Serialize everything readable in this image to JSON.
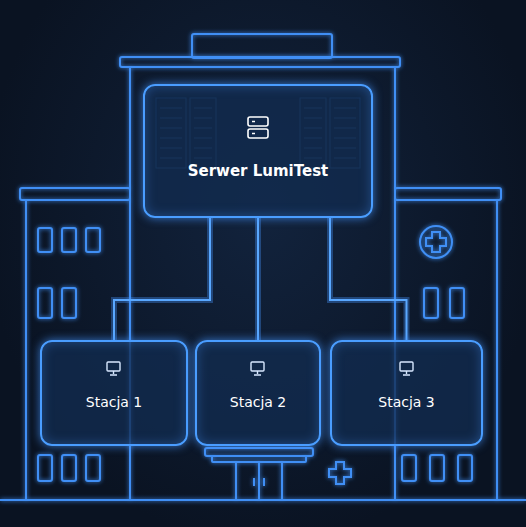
{
  "diagram": {
    "nodes": [
      {
        "text": [
          "Serwer LumiTest"
        ]
      },
      {
        "text": [
          "Stacja 1"
        ]
      },
      {
        "text": [
          "Stacja 2"
        ]
      },
      {
        "text": [
          "Stacja 3"
        ]
      }
    ],
    "edges": [
      {
        "from": 0,
        "to": 1,
        "arrow": "none"
      },
      {
        "from": 0,
        "to": 2,
        "arrow": "none"
      },
      {
        "from": 0,
        "to": 3,
        "arrow": "none"
      }
    ]
  }
}
